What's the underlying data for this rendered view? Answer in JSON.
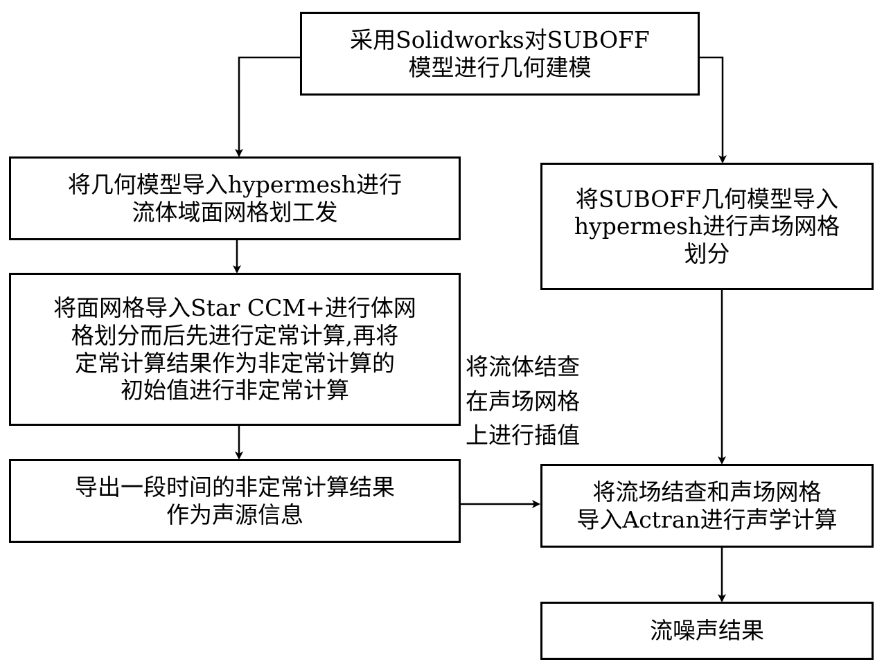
{
  "nodes": {
    "top": "采用Solidworks对SUBOFF\n模型进行几何建模",
    "left1": "将几何模型导入hypermesh进行\n流体域面网格划工发",
    "left2": "将面网格导入Star CCM+进行体网\n格划分而后先进行定常计算,再将\n定常计算结果作为非定常计算的\n初始值进行非定常计算",
    "left3": "导出一段时间的非定常计算结果\n作为声源信息",
    "right1": "将SUBOFF几何模型导入\nhypermesh进行声场网格\n划分",
    "right2": "将流场结查和声场网格\n导入Actran进行声学计算",
    "result": "流噪声结果"
  },
  "annotation": "将流体结查\n在声场网格\n上进行插值",
  "colors": {
    "line": "#000000",
    "background": "#ffffff"
  }
}
